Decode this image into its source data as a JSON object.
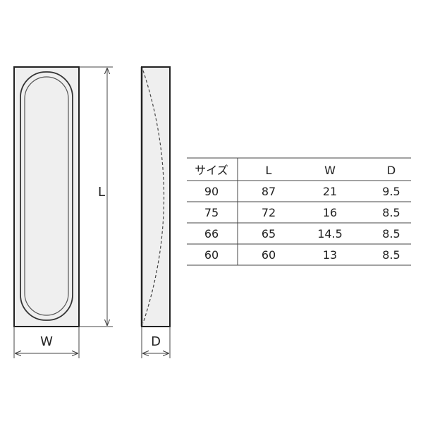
{
  "dimensions": {
    "length_label": "L",
    "width_label": "W",
    "depth_label": "D"
  },
  "table": {
    "headers": [
      "サイズ",
      "L",
      "W",
      "D"
    ],
    "rows": [
      [
        "90",
        "87",
        "21",
        "9.5"
      ],
      [
        "75",
        "72",
        "16",
        "8.5"
      ],
      [
        "66",
        "65",
        "14.5",
        "8.5"
      ],
      [
        "60",
        "60",
        "13",
        "8.5"
      ]
    ]
  },
  "colors": {
    "outline": "#222222",
    "fill": "#efefef",
    "line": "#444444"
  }
}
